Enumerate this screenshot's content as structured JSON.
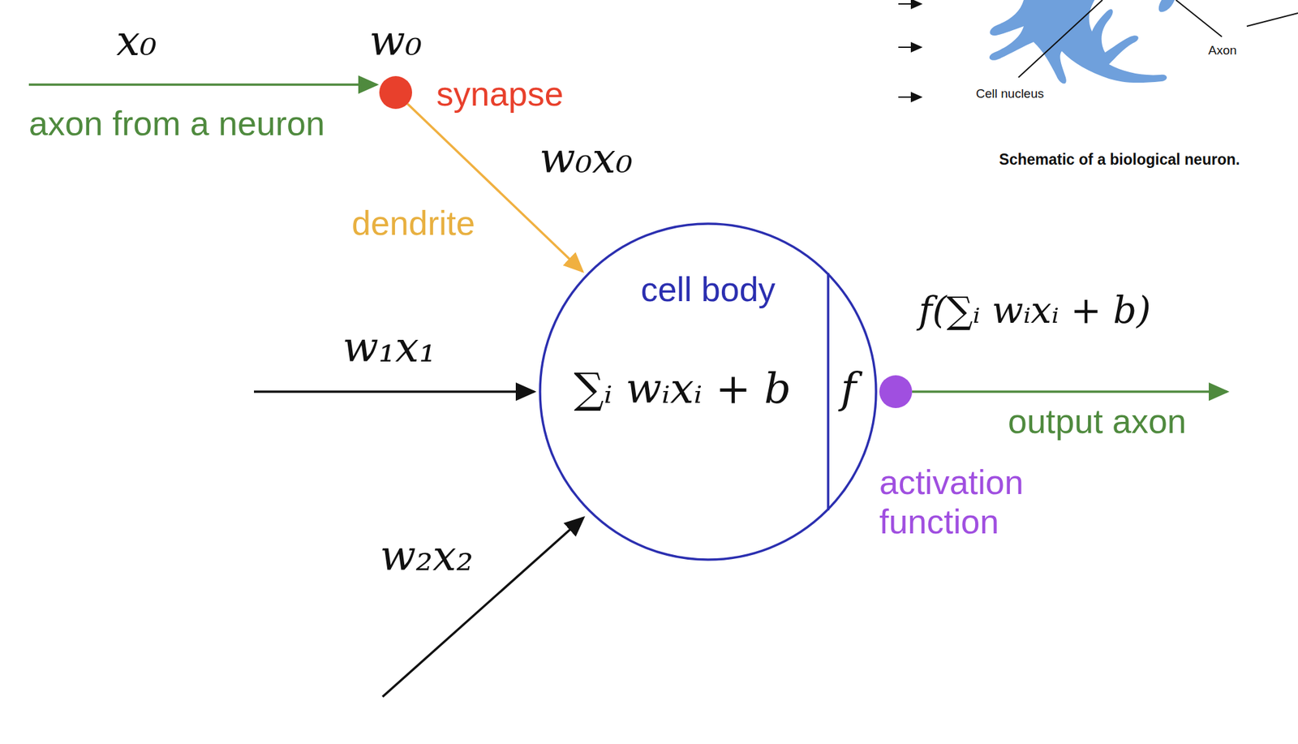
{
  "diagram": {
    "nodes": [
      {
        "text": [
          "synapse"
        ]
      },
      {
        "text": [
          "cell body",
          "∑ᵢ wᵢxᵢ + b",
          "f"
        ]
      },
      {
        "text": [
          "activation function"
        ]
      }
    ],
    "edges": [
      {
        "from": 0,
        "to": 1,
        "arrow": "to"
      }
    ],
    "labels": [
      "x₀",
      "w₀",
      "axon from a neuron",
      "w₀x₀",
      "dendrite",
      "w₁x₁",
      "w₂x₂",
      "f(∑ᵢ wᵢxᵢ + b)",
      "output axon",
      "Axon",
      "Cell nucleus",
      "Schematic of a biological neuron."
    ]
  }
}
